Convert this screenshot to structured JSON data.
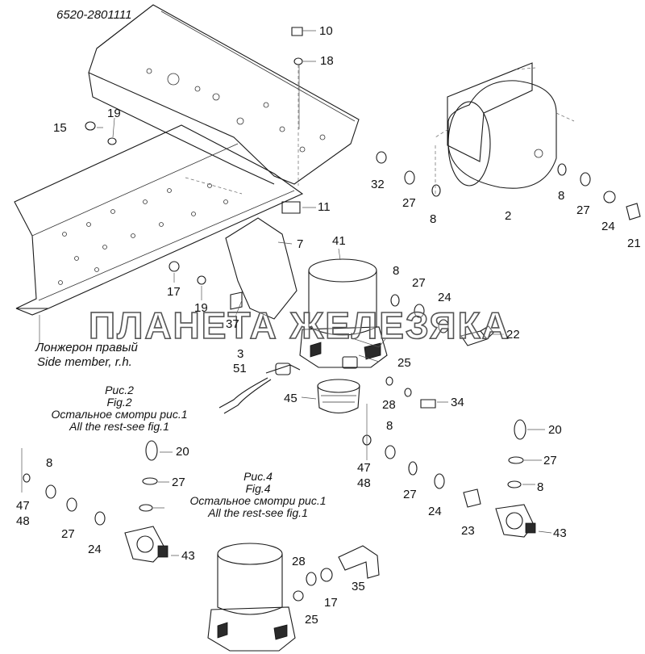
{
  "part_number": "6520-2801111",
  "side_member": {
    "ru": "Лонжерон правый",
    "en": "Side member, r.h."
  },
  "fig2": {
    "lines": [
      "Рис.2",
      "Fig.2",
      "Остальное смотри рис.1",
      "All the rest-see fig.1"
    ]
  },
  "fig4": {
    "lines": [
      "Рис.4",
      "Fig.4",
      "Остальное смотри рис.1",
      "All the rest-see fig.1"
    ]
  },
  "watermark": "ПЛАНЕТА ЖЕЛЕЗЯКА",
  "callouts": {
    "c10": "10",
    "c18": "18",
    "c19a": "19",
    "c15": "15",
    "c32": "32",
    "c27a": "27",
    "c8a": "8",
    "c2": "2",
    "c8b": "8",
    "c27b": "27",
    "c24a": "24",
    "c21": "21",
    "c11": "11",
    "c7": "7",
    "c41": "41",
    "c17a": "17",
    "c19b": "19",
    "c37": "37",
    "c8c": "8",
    "c27c": "27",
    "c24b": "24",
    "c22": "22",
    "c3": "3",
    "c51": "51",
    "c25a": "25",
    "c45": "45",
    "c28a": "28",
    "c34": "34",
    "c20a": "20",
    "c8d": "8",
    "c27d": "27",
    "c47a": "47",
    "c48a": "48",
    "c20b": "20",
    "c27e": "27",
    "c8e": "8",
    "c47b": "47",
    "c48b": "48",
    "c8f": "8",
    "c27f": "27",
    "c24c": "24",
    "c43a": "43",
    "c27g": "27",
    "c24d": "24",
    "c23": "23",
    "c43b": "43",
    "c28b": "28",
    "c17b": "17",
    "c35": "35",
    "c25b": "25"
  }
}
